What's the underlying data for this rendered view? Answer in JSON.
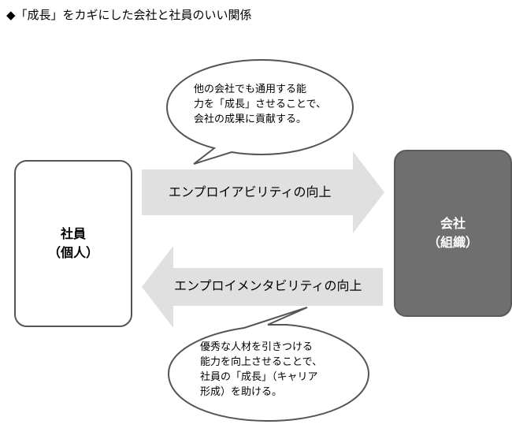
{
  "title": "◆「成長」をカギにした会社と社員のいい関係",
  "employee": {
    "line1": "社員",
    "line2": "（個人）"
  },
  "company": {
    "line1": "会社",
    "line2": "（組織）"
  },
  "arrows": {
    "top_label": "エンプロイアビリティの向上",
    "bottom_label": "エンプロイメンタビリティの向上"
  },
  "bubbles": {
    "top": "他の会社でも通用する能\n力を「成長」させることで、\n会社の成果に貢献する。",
    "bottom": "優秀な人材を引きつける\n能力を向上させることで、\n社員の「成長」（キャリア\n形成）を助ける。"
  },
  "colors": {
    "arrow": "#e0e0e0",
    "company_fill": "#6f6f6f",
    "border": "#555555"
  }
}
